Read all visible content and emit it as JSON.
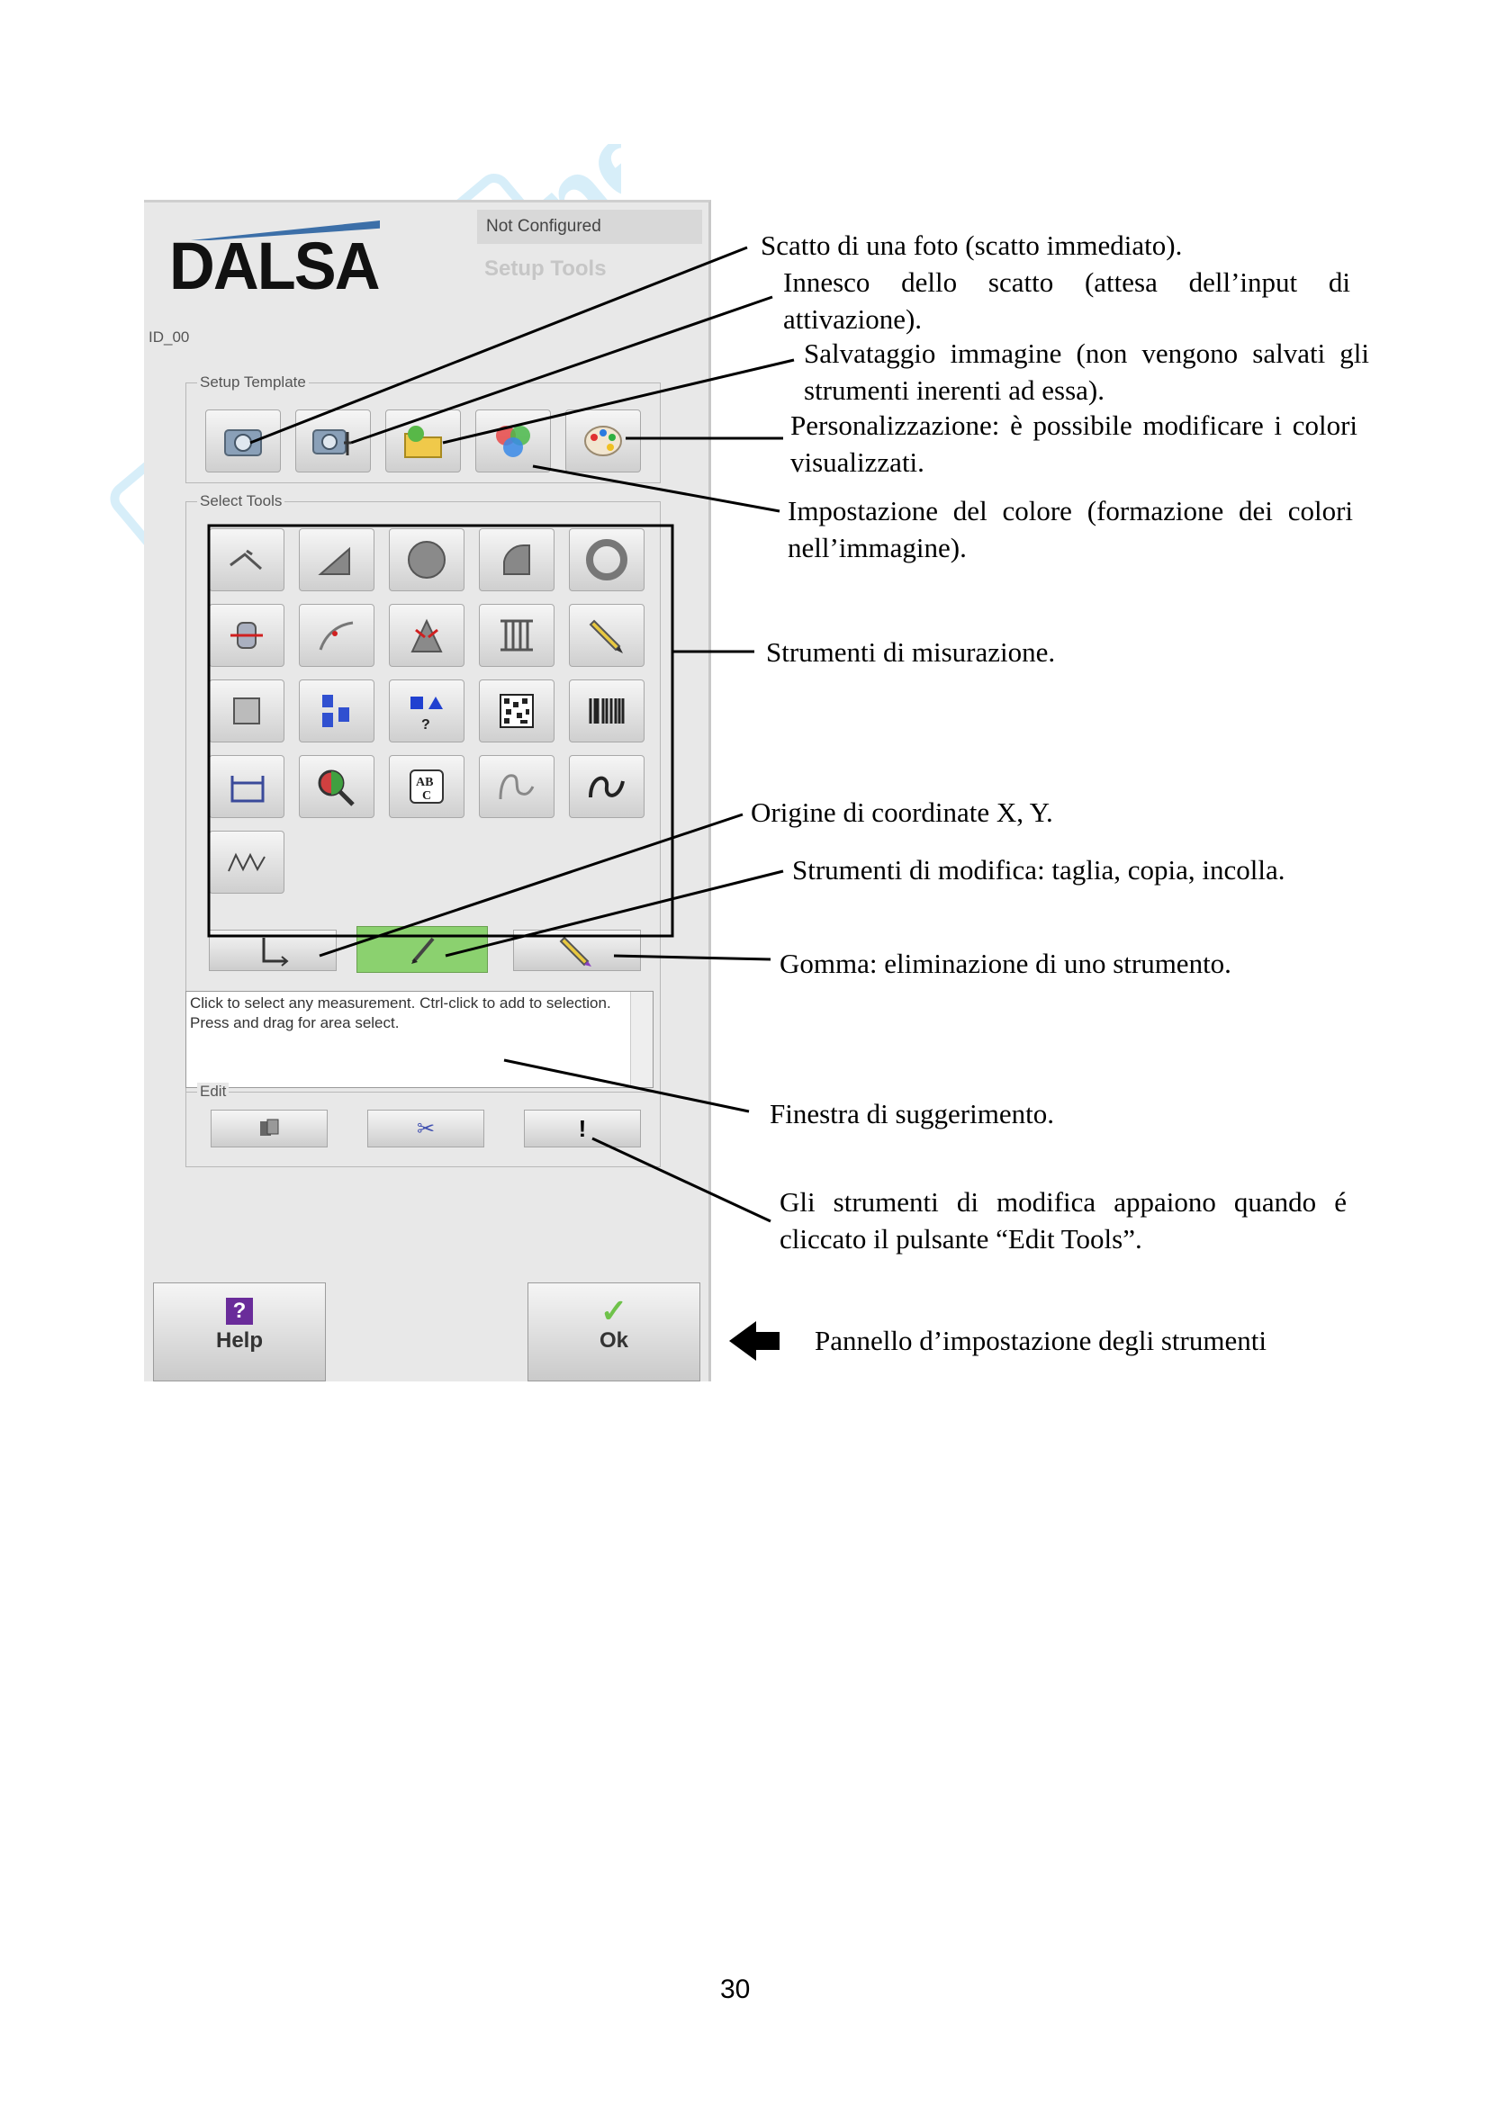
{
  "app": {
    "logo_text": "DALSA",
    "status": "Not Configured",
    "mode": "Setup Tools",
    "device_id": "ID_00",
    "setup_template_title": "Setup Template",
    "select_tools_title": "Select Tools",
    "edit_title": "Edit",
    "hint_text": "Click to select any measurement. Ctrl-click to add to selection. Press and drag for area select.",
    "help_label": "Help",
    "ok_label": "Ok",
    "help_icon_glyph": "?",
    "ok_icon_glyph": "✓",
    "edit_paste_glyph": "!",
    "edit_cut_glyph": "✂",
    "ocr_glyph": "AB C",
    "setup_icons": [
      "snap-camera-icon",
      "trigger-camera-icon",
      "save-image-icon",
      "color-setup-icon",
      "palette-icon"
    ],
    "measure_icons": [
      "line-tool-icon",
      "angle-tool-icon",
      "blob-tool-icon",
      "arc-tool-icon",
      "ring-tool-icon",
      "edge-tool-icon",
      "curve-tool-icon",
      "spike-tool-icon",
      "bars-tool-icon",
      "pencil-tool-icon",
      "rect-tool-icon",
      "digit-tool-icon",
      "shape-match-icon",
      "datamatrix-icon",
      "barcode-icon",
      "caliper-icon",
      "color-probe-icon",
      "ocr-icon",
      "contour-icon",
      "squiggle-icon",
      "wave-icon"
    ],
    "colors": {
      "active_tool": "#8bd16f",
      "logo_blue": "#3c6fa8",
      "help_purple": "#6a2c9a",
      "ok_green": "#6fc24a"
    }
  },
  "annotations": {
    "snap": "Scatto di una foto (scatto immediato).",
    "trigger": "Innesco dello scatto (attesa dell’input di attivazione).",
    "save": "Salvataggio immagine (non vengono salvati gli strumenti inerenti ad essa).",
    "custom": "Personalizzazione: è possibile modificare i colori visualizzati.",
    "color": "Impostazione del colore (formazione dei colori nell’immagine).",
    "measure": "Strumenti di misurazione.",
    "origin": "Origine di coordinate X, Y.",
    "edit": "Strumenti di modifica: taglia, copia, incolla.",
    "eraser": "Gomma: eliminazione di uno strumento.",
    "hint": "Finestra di suggerimento.",
    "edit_appear": "Gli strumenti di modifica appaiono quando é cliccato il pulsante “Edit Tools”.",
    "panel": "Pannello d’impostazione degli strumenti"
  },
  "page_number": "30"
}
